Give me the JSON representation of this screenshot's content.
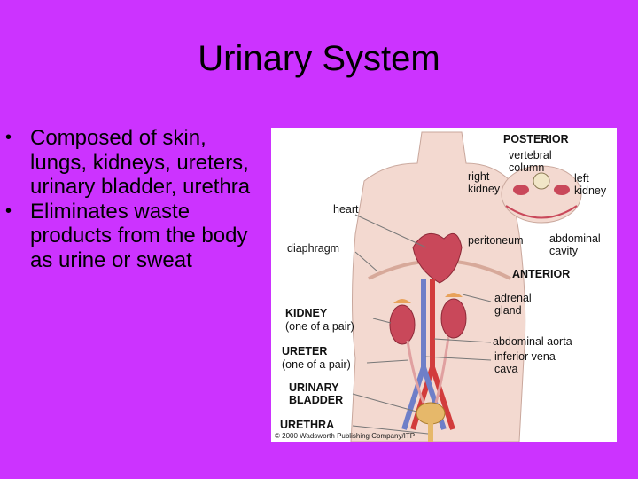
{
  "slide": {
    "title": "Urinary System",
    "bullets": [
      "Composed of skin, lungs, kidneys, ureters, urinary bladder, urethra",
      "Eliminates waste products from the body as urine or sweat"
    ],
    "bullet_glyph": "•"
  },
  "figure": {
    "labels": {
      "posterior": "POSTERIOR",
      "vertebral_column": "vertebral column",
      "right_kidney": "right kidney",
      "left_kidney": "left kidney",
      "heart": "heart",
      "peritoneum": "peritoneum",
      "abdominal_cavity": "abdominal cavity",
      "diaphragm": "diaphragm",
      "anterior": "ANTERIOR",
      "adrenal_gland": "adrenal gland",
      "kidney": "KIDNEY",
      "kidney_sub": "(one of a pair)",
      "abdominal_aorta": "abdominal aorta",
      "ureter": "URETER",
      "ureter_sub": "(one of a pair)",
      "inferior_vena_cava": "inferior vena cava",
      "urinary_bladder": "URINARY BLADDER",
      "urethra": "URETHRA"
    },
    "credit": "© 2000 Wadsworth Publishing Company/ITP"
  },
  "colors": {
    "background": "#CC33FF",
    "text": "#000000",
    "kidney": "#C9485A",
    "vessel_blue": "#6E7FC8",
    "artery_red": "#D23C3C",
    "skin": "#F3D9D0"
  }
}
